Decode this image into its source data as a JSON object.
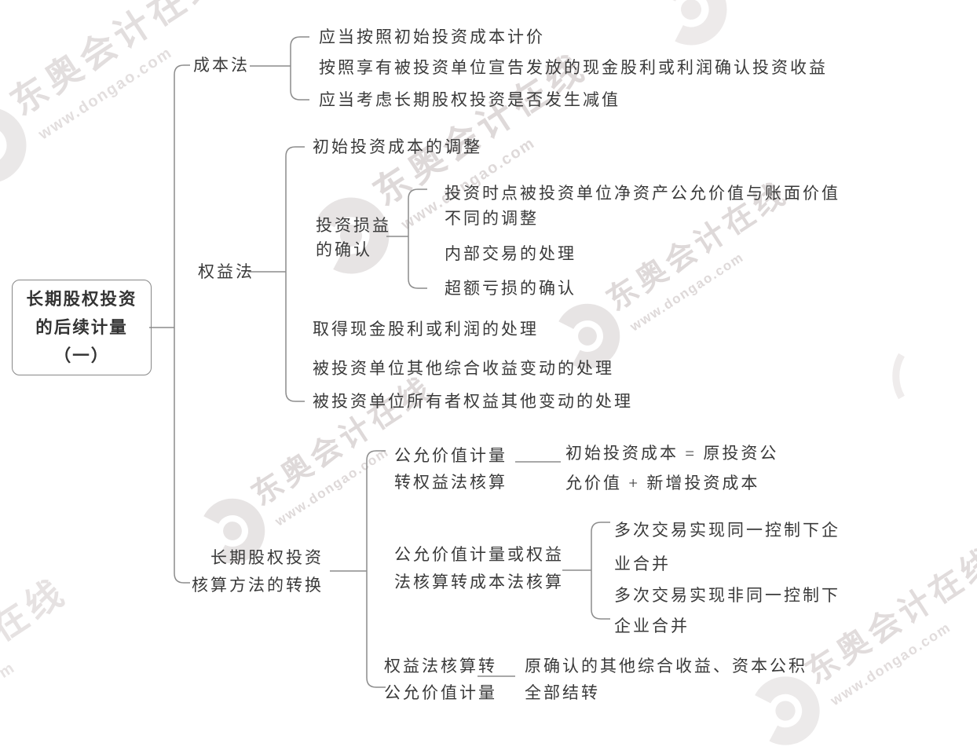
{
  "watermark": {
    "brand": "东奥会计在线",
    "site": "www.dongao.com"
  },
  "root": {
    "lines": [
      "长期股权投资",
      "的后续计量",
      "（一）"
    ]
  },
  "cost": {
    "label": "成本法",
    "children": [
      "应当按照初始投资成本计价",
      "按照享有被投资单位宣告发放的现金股利或利润确认投资收益",
      "应当考虑长期股权投资是否发生减值"
    ]
  },
  "equity": {
    "label": "权益法",
    "initial_cost_adjustment": "初始投资成本的调整",
    "profit_loss": {
      "label_lines": [
        "投资损益",
        "的确认"
      ],
      "children": [
        {
          "lines": [
            "投资时点被投资单位净资产公允价值与账面价值",
            "不同的调整"
          ]
        },
        {
          "lines": [
            "内部交易的处理"
          ]
        },
        {
          "lines": [
            "超额亏损的确认"
          ]
        }
      ]
    },
    "cash_dividend": "取得现金股利或利润的处理",
    "other_comprehensive_income": "被投资单位其他综合收益变动的处理",
    "other_equity_changes": "被投资单位所有者权益其他变动的处理"
  },
  "conversion": {
    "label_lines": [
      "长期股权投资",
      "核算方法的转换"
    ],
    "fv_to_equity": {
      "label_lines": [
        "公允价值计量",
        "转权益法核算"
      ],
      "note_lines": [
        "初始投资成本 = 原投资公",
        "允价值 + 新增投资成本"
      ]
    },
    "to_cost": {
      "label_lines": [
        "公允价值计量或权益",
        "法核算转成本法核算"
      ],
      "children": [
        {
          "lines": [
            "多次交易实现同一控制下企",
            "业合并"
          ]
        },
        {
          "lines": [
            "多次交易实现非同一控制下",
            "企业合并"
          ]
        }
      ]
    },
    "equity_to_fv": {
      "label_lines": [
        "权益法核算转",
        "公允价值计量"
      ],
      "note_lines": [
        "原确认的其他综合收益、资本公积",
        "全部结转"
      ]
    }
  }
}
